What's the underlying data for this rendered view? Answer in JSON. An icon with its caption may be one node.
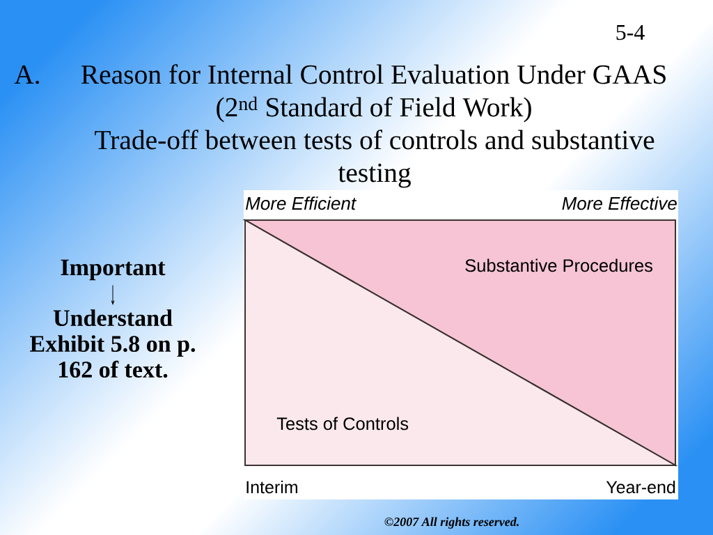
{
  "diagram": {
    "title": "Reason for Internal Control Evaluation Under GAAS",
    "nodes": [
      {
        "text": [
          "**Important**"
        ]
      },
      {
        "text": [
          "Understand Exhibit 5.8 on p. 162 of text."
        ]
      },
      {
        "text": [
          "Substantive Procedures"
        ]
      },
      {
        "text": [
          "Tests of Controls"
        ]
      }
    ],
    "edges": [
      {
        "from": 0,
        "to": 1,
        "arrow": "to"
      }
    ],
    "labels": [
      "5-4",
      "A.",
      "(2$^{nd}$ Standard of Field Work)",
      "Trade-off between tests of controls and substantive testing",
      "More Efficient",
      "More Effective",
      "Interim",
      "Year-end",
      "©2007 All rights reserved."
    ]
  }
}
